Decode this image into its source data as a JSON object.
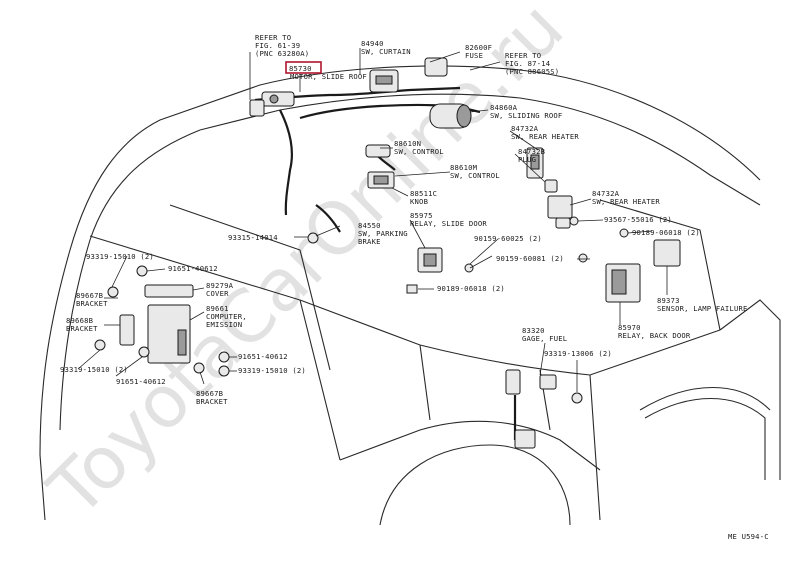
{
  "diagram": {
    "code": "ME U594-C",
    "watermark": "ToyotaCarOnline.ru",
    "highlighted_part": "85730",
    "labels": {
      "refer_fig61": [
        "REFER TO",
        "FIG. 61-39",
        "(PNC 63280A)"
      ],
      "refer_fig87": [
        "REFER TO",
        "FIG. 87-14",
        "(PNC 88605S)"
      ],
      "motor_slide": [
        "85730",
        "MOTOR, SLIDE ROOF"
      ],
      "sw_curtain": [
        "84940",
        "SW, CURTAIN"
      ],
      "fuse": [
        "82600F",
        "FUSE"
      ],
      "sw_sliding_roof": [
        "84860A",
        "SW, SLIDING ROOF"
      ],
      "sw_control_a": [
        "88610N",
        "SW, CONTROL"
      ],
      "sw_control_b": [
        "88610M",
        "SW, CONTROL"
      ],
      "knob": [
        "88511C",
        "KNOB"
      ],
      "sw_rear_heater_a": [
        "84732A",
        "SW, REAR HEATER"
      ],
      "plug": [
        "84732B",
        "PLUG"
      ],
      "sw_rear_heater_b": [
        "84732A",
        "SW, REAR HEATER"
      ],
      "parking_brake": [
        "84550",
        "SW, PARKING",
        "BRAKE"
      ],
      "relay_slide": [
        "85975",
        "RELAY, SLIDE DOOR"
      ],
      "n93315": "93315-14014",
      "n93319_a": "93319-15010 (2)",
      "n91651_a": "91651-40612",
      "cover": [
        "89279A",
        "COVER"
      ],
      "bracket_a": [
        "89667B",
        "BRACKET"
      ],
      "bracket_b": [
        "89668B",
        "BRACKET"
      ],
      "computer": [
        "89661",
        "COMPUTER,",
        "EMISSION"
      ],
      "n93319_b": "93319-15010 (2)",
      "n91651_b": "91651-40612",
      "n91651_c": "91651-40612",
      "n93319_c": "93319-15010 (2)",
      "bracket_c": [
        "89667B",
        "BRACKET"
      ],
      "n90159": "90159-60025 (2)",
      "n90159_b": "90159-60081 (2)",
      "n90189_a": "90189-06018 (2)",
      "n93567": "93567-55016 (2)",
      "n90189_b": "90189-06018 (2)",
      "sensor_lamp": [
        "89373",
        "SENSOR, LAMP FAILURE"
      ],
      "relay_back": [
        "85970",
        "RELAY, BACK DOOR"
      ],
      "gage_fuel": [
        "83320",
        "GAGE, FUEL"
      ],
      "n93319_d": "93319-13006 (2)"
    }
  }
}
